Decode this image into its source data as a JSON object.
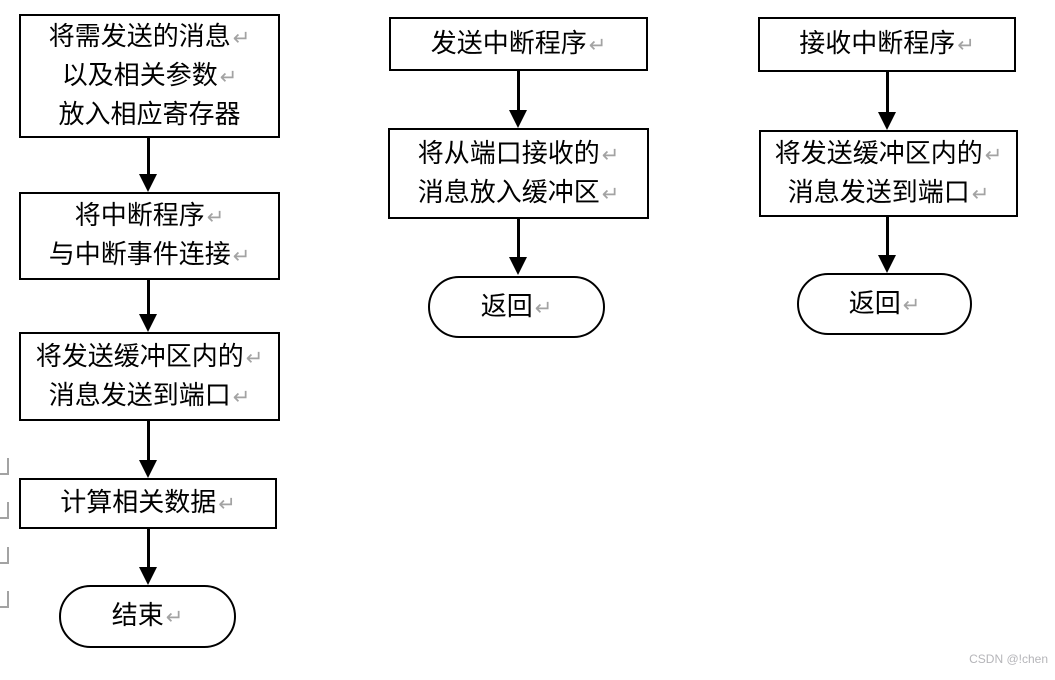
{
  "document": {
    "background": "#ffffff",
    "watermark": "CSDN @!chen"
  },
  "style": {
    "stroke_color": "#000000",
    "text_color": "#000000",
    "return_mark_color": "#a3a3a3",
    "watermark_color": "#b5b5b9"
  },
  "symbols": {
    "return_mark": "↵"
  },
  "flowcharts": {
    "send_main": {
      "nodes": [
        {
          "shape": "process",
          "lines": [
            {
              "text": "将需发送的消息",
              "ends_with_return": true
            },
            {
              "text": "以及相关参数",
              "ends_with_return": true
            },
            {
              "text": "放入相应寄存器",
              "ends_with_return": false
            }
          ]
        },
        {
          "shape": "process",
          "lines": [
            {
              "text": "将中断程序",
              "ends_with_return": true
            },
            {
              "text": "与中断事件连接",
              "ends_with_return": true
            }
          ]
        },
        {
          "shape": "process",
          "lines": [
            {
              "text": "将发送缓冲区内的",
              "ends_with_return": true
            },
            {
              "text": "消息发送到端口",
              "ends_with_return": true
            }
          ]
        },
        {
          "shape": "process",
          "lines": [
            {
              "text": "计算相关数据",
              "ends_with_return": true
            }
          ]
        },
        {
          "shape": "terminator",
          "lines": [
            {
              "text": "结束",
              "ends_with_return": true
            }
          ]
        }
      ]
    },
    "send_interrupt": {
      "nodes": [
        {
          "shape": "process",
          "lines": [
            {
              "text": "发送中断程序",
              "ends_with_return": true
            }
          ]
        },
        {
          "shape": "process",
          "lines": [
            {
              "text": "将从端口接收的",
              "ends_with_return": true
            },
            {
              "text": "消息放入缓冲区",
              "ends_with_return": true
            }
          ]
        },
        {
          "shape": "terminator",
          "lines": [
            {
              "text": "返回",
              "ends_with_return": true
            }
          ]
        }
      ]
    },
    "receive_interrupt": {
      "nodes": [
        {
          "shape": "process",
          "lines": [
            {
              "text": "接收中断程序",
              "ends_with_return": true
            }
          ]
        },
        {
          "shape": "process",
          "lines": [
            {
              "text": "将发送缓冲区内的",
              "ends_with_return": true
            },
            {
              "text": "消息发送到端口",
              "ends_with_return": true
            }
          ]
        },
        {
          "shape": "terminator",
          "lines": [
            {
              "text": "返回",
              "ends_with_return": true
            }
          ]
        }
      ]
    }
  },
  "margin_paragraph_marks": {
    "count": 4
  }
}
